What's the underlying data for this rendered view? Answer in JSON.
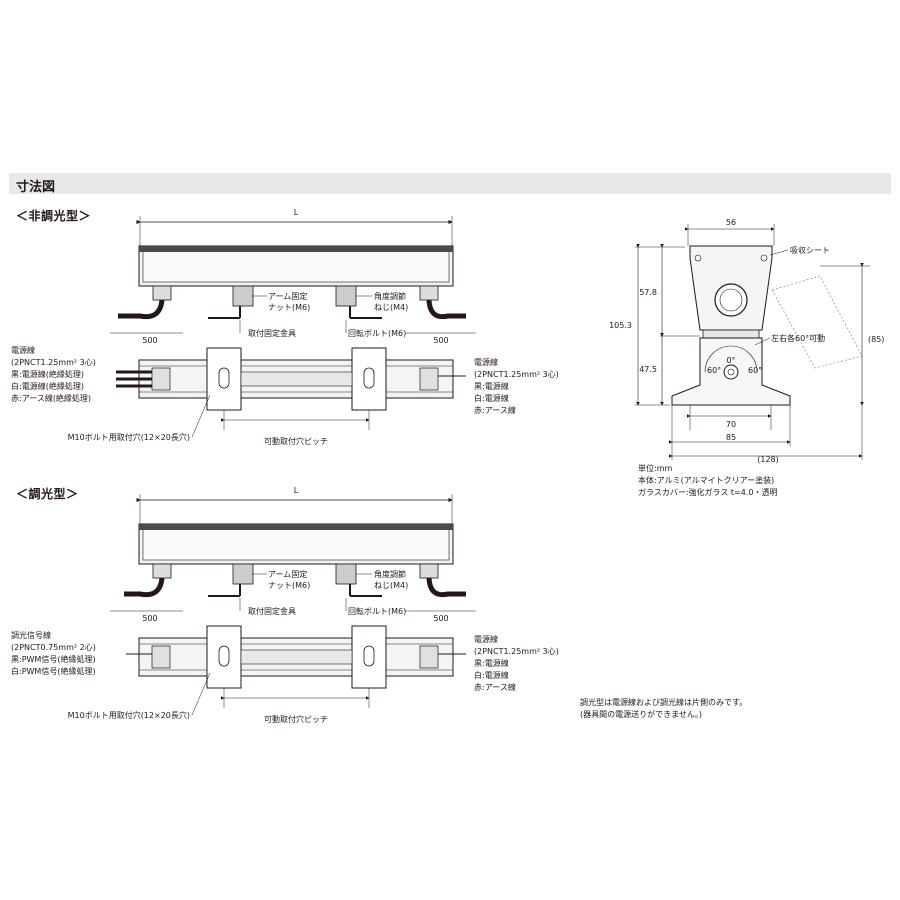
{
  "header": {
    "title": "寸法図"
  },
  "sections": {
    "non_dimming": {
      "title": "＜非調光型＞"
    },
    "dimming": {
      "title": "＜調光型＞"
    }
  },
  "top_view_labels": {
    "length": "L",
    "arm_nut": [
      "アーム固定",
      "ナット(M6)"
    ],
    "angle_screw": [
      "角度調節",
      "ねじ(M4)"
    ],
    "bracket": "取付固定金具",
    "rotation_bolt": "回転ボルト(M6)",
    "cable_length": "500"
  },
  "bottom_view_labels": {
    "mount_hole": "M10ボルト用取付穴(12×20長穴)",
    "pitch": "可動取付穴ピッチ"
  },
  "non_dimming_left_cable": [
    "電源線",
    "(2PNCT1.25mm² 3心)",
    "黒:電源線(絶縁処理)",
    "白:電源線(絶縁処理)",
    "赤:アース線(絶縁処理)"
  ],
  "non_dimming_right_cable": [
    "電源線",
    "(2PNCT1.25mm² 3心)",
    "黒:電源線",
    "白:電源線",
    "赤:アース線"
  ],
  "dimming_left_cable": [
    "調光信号線",
    "(2PNCT0.75mm² 2心)",
    "黒:PWM信号(絶縁処理)",
    "白:PWM信号(絶縁処理)"
  ],
  "dimming_right_cable": [
    "電源線",
    "(2PNCT1.25mm² 3心)",
    "黒:電源線",
    "白:電源線",
    "赤:アース線"
  ],
  "side_view": {
    "top_width": "56",
    "upper_height": "57.8",
    "total_height": "105.3",
    "lower_height": "47.5",
    "swing_height": "(85)",
    "base_inner": "70",
    "base_outer": "85",
    "swing_width": "(128)",
    "suction_sheet": "吸収シート",
    "rotation_note": "左右各60°可動",
    "angle_left": "60°",
    "angle_right": "60°",
    "angle_zero": "0°"
  },
  "spec_notes": [
    "単位:mm",
    "本体:アルミ(アルマイトクリアー塗装)",
    "ガラスカバー:強化ガラス t=4.0・透明"
  ],
  "dimming_notes": [
    "調光型は電源線および調光線は片側のみです。",
    "(器具間の電源送りができません。)"
  ]
}
